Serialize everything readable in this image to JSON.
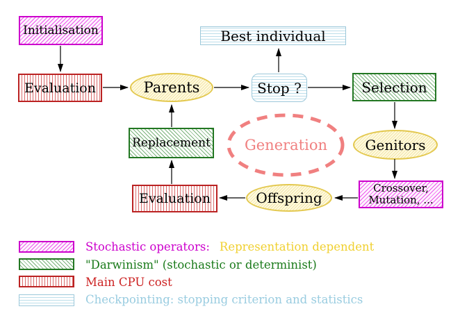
{
  "nodes": {
    "initialisation": {
      "label": "Initialisation"
    },
    "evaluation_top": {
      "label": "Evaluation"
    },
    "parents": {
      "label": "Parents"
    },
    "best_individual": {
      "label": "Best individual"
    },
    "stop": {
      "label": "Stop ?"
    },
    "selection": {
      "label": "Selection"
    },
    "replacement": {
      "label": "Replacement"
    },
    "generation": {
      "label": "Generation"
    },
    "genitors": {
      "label": "Genitors"
    },
    "evaluation_bottom": {
      "label": "Evaluation"
    },
    "offspring": {
      "label": "Offspring"
    },
    "crossover": {
      "line1": "Crossover,",
      "line2": "Mutation, ..."
    }
  },
  "legend": {
    "stochastic": {
      "label": "Stochastic operators:",
      "label2": "Representation dependent"
    },
    "darwinism": {
      "label": "\"Darwinism\" (stochastic or determinist)"
    },
    "cpu": {
      "label": "Main CPU cost"
    },
    "checkpointing": {
      "label": "Checkpointing: stopping criterion and statistics"
    }
  },
  "colors": {
    "magenta_border": "#cc00cc",
    "magenta_hatch": "#ee55ee",
    "red_border": "#bb2222",
    "red_stripe": "#d96a6a",
    "green_border": "#227722",
    "green_hatch": "#7ab27a",
    "cyan_border": "#9cc8da",
    "cyan_stripe": "#bcdeea",
    "yellow_border": "#e3c84e",
    "yellow_fill": "#f2e4aa",
    "yellow_text": "#f0d030",
    "coral": "#f08080",
    "text": "#000000"
  }
}
